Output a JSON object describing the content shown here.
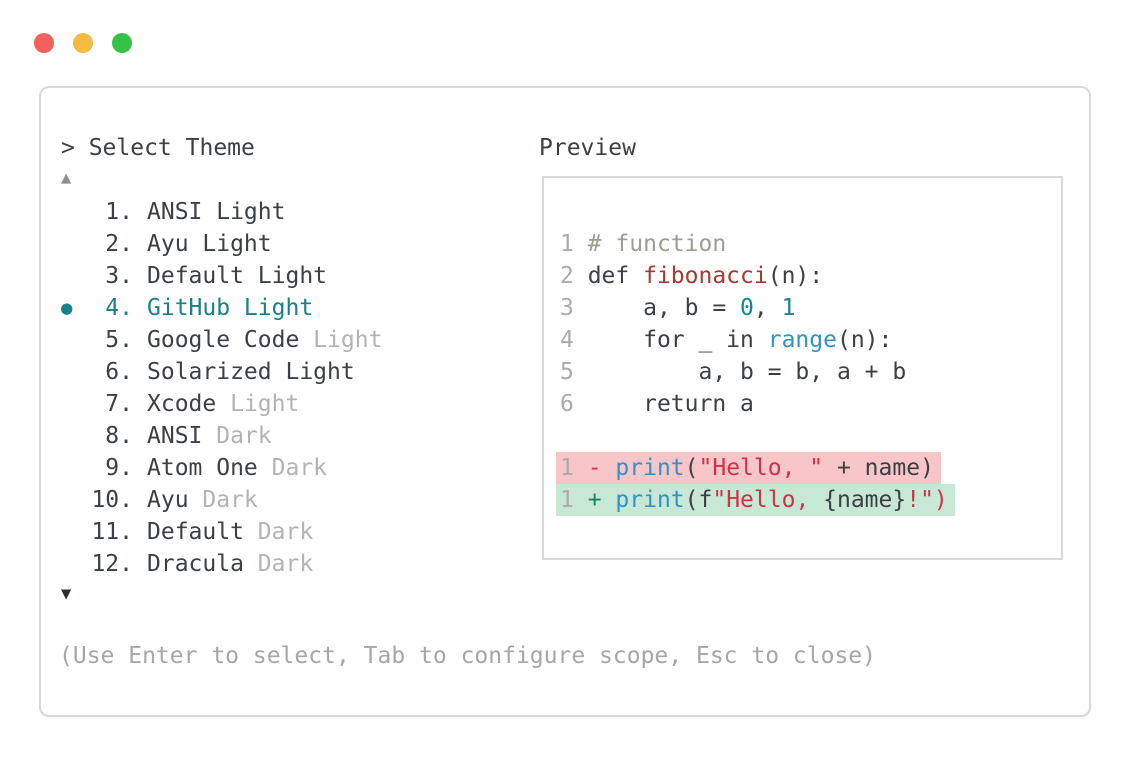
{
  "colors": {
    "traffic_red": "#F2615B",
    "traffic_yellow": "#F3BB3F",
    "traffic_green": "#35C346",
    "panel_border": "#D9D9D9",
    "text_dark": "#3A4045",
    "text_gray": "#A6A6A6",
    "text_muted": "#B3B3B3",
    "accent_teal": "#1A808B",
    "scroll_up": "#8F8F8F",
    "scroll_down": "#2B2F33",
    "line_number": "#ABABAB",
    "code_comment": "#9BA08E",
    "code_function": "#A53A31",
    "code_builtin": "#3291C9",
    "code_number": "#13868F",
    "code_string": "#D33049",
    "diff_removed_fg": "#D33049",
    "diff_added_fg": "#15836B",
    "diff_removed_bg": "#F8C5C8",
    "diff_added_bg": "#C7E8D4"
  },
  "window": {
    "buttons": [
      "close",
      "minimize",
      "zoom"
    ]
  },
  "selector": {
    "title": "> Select Theme",
    "scroll_up_icon": "▲",
    "scroll_down_icon": "▼",
    "selected_marker": "●",
    "items": [
      {
        "number": "1.",
        "name": "ANSI Light",
        "suffix": "",
        "selected": false
      },
      {
        "number": "2.",
        "name": "Ayu Light",
        "suffix": "",
        "selected": false
      },
      {
        "number": "3.",
        "name": "Default Light",
        "suffix": "",
        "selected": false
      },
      {
        "number": "4.",
        "name": "GitHub Light",
        "suffix": "",
        "selected": true
      },
      {
        "number": "5.",
        "name": "Google Code",
        "suffix": "Light",
        "selected": false
      },
      {
        "number": "6.",
        "name": "Solarized Light",
        "suffix": "",
        "selected": false
      },
      {
        "number": "7.",
        "name": "Xcode",
        "suffix": "Light",
        "selected": false
      },
      {
        "number": "8.",
        "name": "ANSI",
        "suffix": "Dark",
        "selected": false
      },
      {
        "number": "9.",
        "name": "Atom One",
        "suffix": "Dark",
        "selected": false
      },
      {
        "number": "10.",
        "name": "Ayu",
        "suffix": "Dark",
        "selected": false
      },
      {
        "number": "11.",
        "name": "Default",
        "suffix": "Dark",
        "selected": false
      },
      {
        "number": "12.",
        "name": "Dracula",
        "suffix": "Dark",
        "selected": false
      }
    ],
    "help_text": "(Use Enter to select, Tab to configure scope, Esc to close)"
  },
  "preview": {
    "title": "Preview",
    "code_lines": [
      {
        "number": "1",
        "bg": "",
        "tokens": [
          {
            "t": "# function",
            "c": "comment"
          }
        ]
      },
      {
        "number": "2",
        "bg": "",
        "tokens": [
          {
            "t": "def ",
            "c": "code"
          },
          {
            "t": "fibonacci",
            "c": "function"
          },
          {
            "t": "(n):",
            "c": "code"
          }
        ]
      },
      {
        "number": "3",
        "bg": "",
        "tokens": [
          {
            "t": "    a, b = ",
            "c": "code"
          },
          {
            "t": "0",
            "c": "number"
          },
          {
            "t": ", ",
            "c": "code"
          },
          {
            "t": "1",
            "c": "number"
          }
        ]
      },
      {
        "number": "4",
        "bg": "",
        "tokens": [
          {
            "t": "    for _ in ",
            "c": "code"
          },
          {
            "t": "range",
            "c": "builtin"
          },
          {
            "t": "(n):",
            "c": "code"
          }
        ]
      },
      {
        "number": "5",
        "bg": "",
        "tokens": [
          {
            "t": "        a, b = b, a + b",
            "c": "code"
          }
        ]
      },
      {
        "number": "6",
        "bg": "",
        "tokens": [
          {
            "t": "    return a",
            "c": "code"
          }
        ]
      },
      {
        "number": "",
        "bg": "",
        "tokens": []
      },
      {
        "number": "1",
        "bg": "removed",
        "tokens": [
          {
            "t": "- ",
            "c": "removed"
          },
          {
            "t": "print",
            "c": "builtin"
          },
          {
            "t": "(",
            "c": "code"
          },
          {
            "t": "\"Hello, \"",
            "c": "string"
          },
          {
            "t": " + name)",
            "c": "code"
          }
        ]
      },
      {
        "number": "1",
        "bg": "added",
        "tokens": [
          {
            "t": "+ ",
            "c": "added"
          },
          {
            "t": "print",
            "c": "builtin"
          },
          {
            "t": "(f",
            "c": "code"
          },
          {
            "t": "\"Hello, ",
            "c": "string"
          },
          {
            "t": "{name}",
            "c": "code"
          },
          {
            "t": "!\")",
            "c": "string"
          }
        ]
      }
    ]
  }
}
